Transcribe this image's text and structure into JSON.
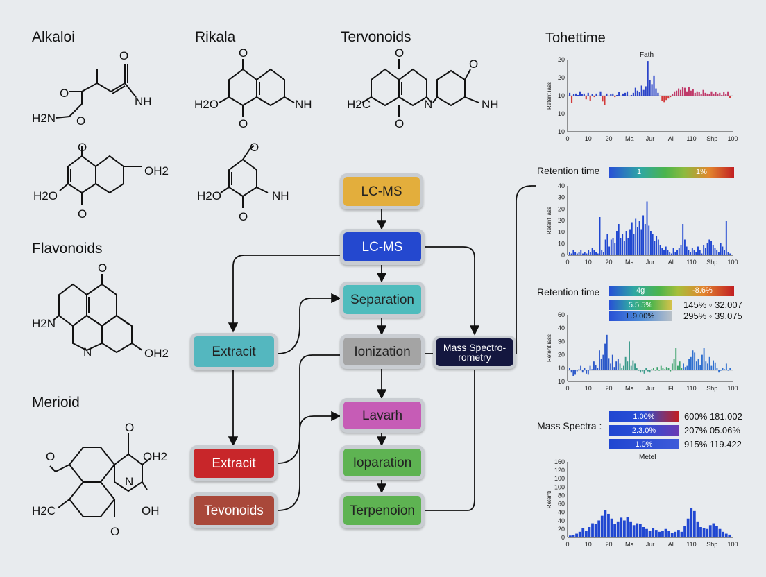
{
  "categories": {
    "alkaloi": "Alkaloi",
    "rikala": "Rikala",
    "tervonoids": "Tervonoids",
    "flavonoids": "Flavonoids",
    "merioid": "Merioid"
  },
  "structure_labels": {
    "s1": {
      "o_top": "O",
      "o_left": "O",
      "nh": "NH",
      "h2n": "H2N",
      "o_bottom": "O"
    },
    "s2": {
      "o_top": "O",
      "h2o": "H2O",
      "nh": "NH",
      "o_bottom": "O"
    },
    "s3": {
      "o_top": "O",
      "o_right": "O",
      "h2c": "H2C",
      "n": "N",
      "nh": "NH",
      "o_bottom": "O"
    },
    "s4": {
      "o_top": "O",
      "h2o": "H2O",
      "oh2": "OH2",
      "o_bottom": "O"
    },
    "s5": {
      "o_top": "O",
      "h2o": "H2O",
      "nh": "NH",
      "o_bottom": "O"
    },
    "s6": {
      "o_top": "O",
      "h2n": "H2N",
      "n": "N",
      "oh2": "OH2"
    },
    "s7": {
      "o_left": "O",
      "o_top": "O",
      "oh2": "OH2",
      "n": "N",
      "h2c": "H2C",
      "oh": "OH",
      "o_bottom": "O"
    }
  },
  "flow": {
    "lcms1": "LC-MS",
    "lcms2": "LC-MS",
    "separation": "Separation",
    "ionization": "Ionization",
    "lavarh": "Lavarh",
    "ioparation": "Ioparation",
    "terpenoion": "Terpenoion",
    "extracit1": "Extracit",
    "extracit2": "Extracit",
    "tevonoids": "Tevonoids",
    "mass_spec": "Mass Spectro- rometry"
  },
  "colors": {
    "lcms1": "#e3ae3c",
    "lcms2": "#2448cf",
    "separation": "#4fbcbd",
    "ionization": "#a4a4a4",
    "lavarh": "#c65cb6",
    "ioparation": "#5eb352",
    "terpenoion": "#5eb352",
    "extracit1": "#54b7bf",
    "extracit2": "#c8262a",
    "tevonoids": "#a9483a",
    "mass_spec": "#14173f"
  },
  "panel1": {
    "title": "Tohettime",
    "subtitle": "Fath",
    "ylabel": "Retent iass"
  },
  "panel2": {
    "header": "Retention time",
    "bar_left": "1",
    "bar_right": "1%",
    "ylabel": "Retent iass"
  },
  "panel3": {
    "header": "Retention time",
    "bar_left": "4g",
    "bar_right": "-8.6%",
    "row1_label": "5.5.5%",
    "row1_value": "145% ◦ 32.007",
    "row2_label": "L.9.00%",
    "row2_value": "295% ◦ 39.075",
    "ylabel": "Retent iass"
  },
  "panel4": {
    "header": "Mass Spectra :",
    "row1_label": "1.00%",
    "row1_value": "600% 181.002",
    "row2_label": "2.3.0%",
    "row2_value": "207% 05.06%",
    "row3_label": "1.0%",
    "row3_value": "915% 119.422",
    "sub": "Metel",
    "ylabel": "Retenti"
  },
  "chart_data": [
    {
      "type": "bar",
      "title": "Fath",
      "xticks": [
        "0",
        "10",
        "20",
        "Ma",
        "Jur",
        "Al",
        "110",
        "Shp",
        "100"
      ],
      "yticks": [
        "10",
        "10",
        "10",
        "20",
        "20"
      ],
      "ylim": [
        10,
        20
      ],
      "baseline": 15,
      "values": [
        15.4,
        14.0,
        15.2,
        15.3,
        15.1,
        15.6,
        15.2,
        15.3,
        14.5,
        15.4,
        14.3,
        15.2,
        14.8,
        15.3,
        15.0,
        15.6,
        14.2,
        13.7,
        15.3,
        14.9,
        15.2,
        15.3,
        14.8,
        15.1,
        15.5,
        15.0,
        15.3,
        15.4,
        15.6,
        14.9,
        15.1,
        15.4,
        16.1,
        15.7,
        15.5,
        16.4,
        15.8,
        16.3,
        19.8,
        17.2,
        16.6,
        17.8,
        16.0,
        15.4,
        15.0,
        14.3,
        14.1,
        14.4,
        14.6,
        14.8,
        15.2,
        15.6,
        15.7,
        16.0,
        15.8,
        16.2,
        16.1,
        15.6,
        16.2,
        15.7,
        15.9,
        15.4,
        15.6,
        15.5,
        15.2,
        15.8,
        15.4,
        15.3,
        15.2,
        15.6,
        15.3,
        15.5,
        15.3,
        15.4,
        15.1,
        15.5,
        15.2,
        15.6,
        14.7
      ]
    },
    {
      "type": "bar",
      "xticks": [
        "0",
        "10",
        "20",
        "Ma",
        "Jur",
        "Al",
        "110",
        "Shp",
        "100"
      ],
      "yticks": [
        "0",
        "10",
        "10",
        "20",
        "20",
        "30",
        "40"
      ],
      "ylim": [
        0,
        40
      ],
      "values": [
        2,
        1,
        3,
        2,
        1,
        2,
        3,
        1,
        2,
        1,
        3,
        2,
        4,
        3,
        2,
        1,
        22,
        3,
        2,
        9,
        12,
        5,
        9,
        10,
        7,
        14,
        18,
        10,
        12,
        8,
        14,
        10,
        15,
        19,
        12,
        21,
        16,
        20,
        15,
        23,
        18,
        31,
        17,
        14,
        12,
        8,
        11,
        9,
        6,
        4,
        3,
        5,
        3,
        2,
        1,
        4,
        2,
        3,
        4,
        6,
        18,
        9,
        5,
        3,
        2,
        4,
        3,
        2,
        5,
        3,
        1,
        6,
        4,
        7,
        9,
        8,
        6,
        4,
        3,
        2,
        7,
        5,
        3,
        20,
        2,
        1
      ]
    },
    {
      "type": "bar",
      "xticks": [
        "0",
        "10",
        "20",
        "Ma",
        "Jur",
        "Fl",
        "110",
        "Shp",
        "100"
      ],
      "yticks": [
        "10",
        "10",
        "20",
        "30",
        "40",
        "60"
      ],
      "ylim": [
        0,
        60
      ],
      "baseline": 10,
      "values": [
        12,
        8,
        5,
        6,
        9,
        11,
        14,
        8,
        12,
        7,
        6,
        14,
        11,
        18,
        15,
        12,
        28,
        20,
        24,
        34,
        42,
        21,
        16,
        24,
        13,
        18,
        20,
        16,
        12,
        14,
        22,
        18,
        36,
        14,
        19,
        16,
        12,
        10,
        8,
        9,
        7,
        12,
        9,
        8,
        11,
        12,
        10,
        13,
        10,
        14,
        12,
        11,
        13,
        12,
        9,
        16,
        20,
        30,
        14,
        18,
        12,
        16,
        13,
        14,
        20,
        22,
        28,
        26,
        18,
        20,
        15,
        24,
        30,
        18,
        16,
        22,
        14,
        19,
        17,
        12,
        8,
        10,
        12,
        11,
        16,
        10,
        12
      ]
    },
    {
      "type": "bar",
      "xticks": [
        "0",
        "10",
        "20",
        "Ma",
        "Jur",
        "Al",
        "110",
        "Shp",
        "100"
      ],
      "yticks": [
        "0",
        "20",
        "40",
        "40",
        "60",
        "80",
        "100",
        "100",
        "120",
        "160"
      ],
      "ylim": [
        0,
        160
      ],
      "values": [
        4,
        5,
        8,
        12,
        20,
        14,
        22,
        30,
        28,
        36,
        46,
        58,
        50,
        40,
        28,
        34,
        42,
        36,
        44,
        34,
        26,
        30,
        28,
        22,
        18,
        14,
        20,
        16,
        12,
        14,
        18,
        14,
        10,
        12,
        16,
        12,
        24,
        40,
        62,
        56,
        34,
        22,
        20,
        18,
        26,
        30,
        24,
        18,
        12,
        8,
        6
      ]
    }
  ]
}
